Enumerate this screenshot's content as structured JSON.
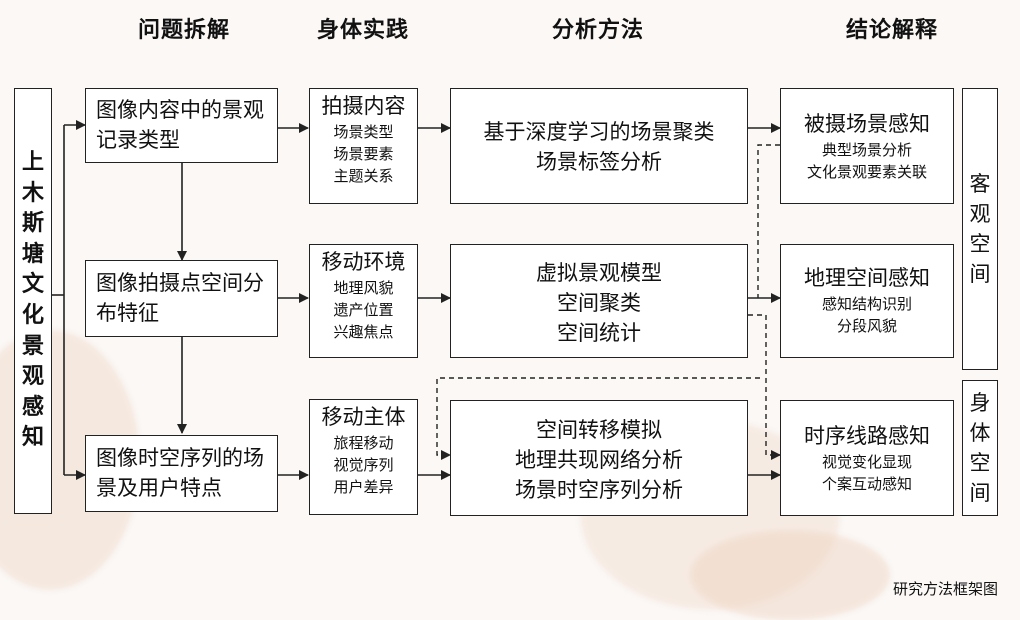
{
  "headers": [
    "问题拆解",
    "身体实践",
    "分析方法",
    "结论解释"
  ],
  "left_title": "上木斯塘文化景观感知",
  "problems": [
    "图像内容中的景观记录类型",
    "图像拍摄点空间分布特征",
    "图像时空序列的场景及用户特点"
  ],
  "practices": [
    {
      "title": "拍摄内容",
      "items": [
        "场景类型",
        "场景要素",
        "主题关系"
      ]
    },
    {
      "title": "移动环境",
      "items": [
        "地理风貌",
        "遗产位置",
        "兴趣焦点"
      ]
    },
    {
      "title": "移动主体",
      "items": [
        "旅程移动",
        "视觉序列",
        "用户差异"
      ]
    }
  ],
  "methods": [
    [
      "基于深度学习的场景聚类",
      "场景标签分析"
    ],
    [
      "虚拟景观模型",
      "空间聚类",
      "空间统计"
    ],
    [
      "空间转移模拟",
      "地理共现网络分析",
      "场景时空序列分析"
    ]
  ],
  "conclusions": [
    {
      "title": "被摄场景感知",
      "items": [
        "典型场景分析",
        "文化景观要素关联"
      ]
    },
    {
      "title": "地理空间感知",
      "items": [
        "感知结构识别",
        "分段风貌"
      ]
    },
    {
      "title": "时序线路感知",
      "items": [
        "视觉变化显现",
        "个案互动感知"
      ]
    }
  ],
  "right_labels": [
    "客观空间",
    "身体空间"
  ],
  "caption": "研究方法框架图"
}
